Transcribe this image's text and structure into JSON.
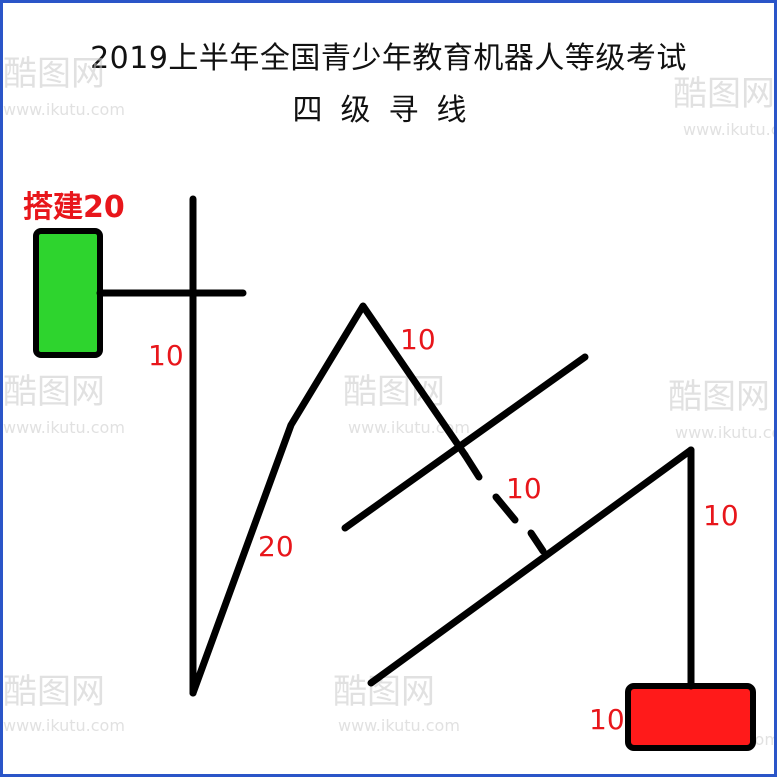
{
  "title": {
    "line1": "2019上半年全国青少年教育机器人等级考试",
    "line2": "四级寻线"
  },
  "start": {
    "label": "搭建20",
    "color": "#2ed42e"
  },
  "finish": {
    "color": "#ff1a1a"
  },
  "segment_labels": [
    "10",
    "20",
    "10",
    "10",
    "10",
    "10"
  ],
  "watermark": {
    "brand": "酷图网",
    "url": "www.ikutu.com"
  },
  "colors": {
    "line": "#000000",
    "label": "#e8161b",
    "border": "#2a55c8"
  }
}
